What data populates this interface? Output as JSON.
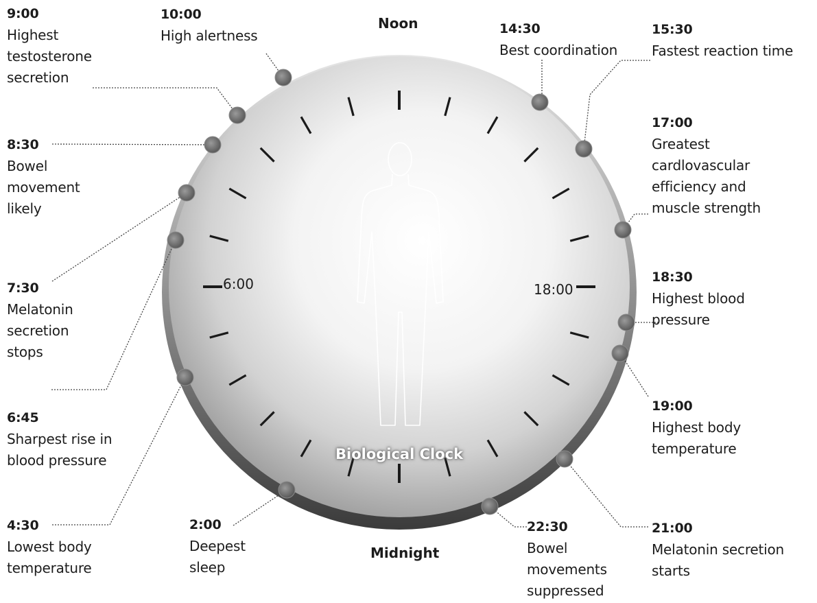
{
  "clock_title": "Biological Clock",
  "axis_labels": {
    "top": "Noon",
    "bottom": "Midnight",
    "left": "6:00",
    "right": "18:00"
  },
  "events": [
    {
      "time": "9:00",
      "description": "Highest\ntestosterone\nsecretion"
    },
    {
      "time": "10:00",
      "description": "High alertness"
    },
    {
      "time": "14:30",
      "description": "Best coordination"
    },
    {
      "time": "15:30",
      "description": "Fastest reaction time"
    },
    {
      "time": "8:30",
      "description": "Bowel\nmovement\nlikely"
    },
    {
      "time": "17:00",
      "description": "Greatest\ncardlovascular\nefficiency and\nmuscle strength"
    },
    {
      "time": "7:30",
      "description": "Melatonin\nsecretion\nstops"
    },
    {
      "time": "18:30",
      "description": "Highest blood\npressure"
    },
    {
      "time": "6:45",
      "description": "Sharpest rise in\nblood pressure"
    },
    {
      "time": "19:00",
      "description": "Highest body\ntemperature"
    },
    {
      "time": "4:30",
      "description": "Lowest body\ntemperature"
    },
    {
      "time": "2:00",
      "description": "Deepest\nsleep"
    },
    {
      "time": "22:30",
      "description": "Bowel\nmovements\nsuppressed"
    },
    {
      "time": "21:00",
      "description": "Melatonin secretion\nstarts"
    }
  ]
}
